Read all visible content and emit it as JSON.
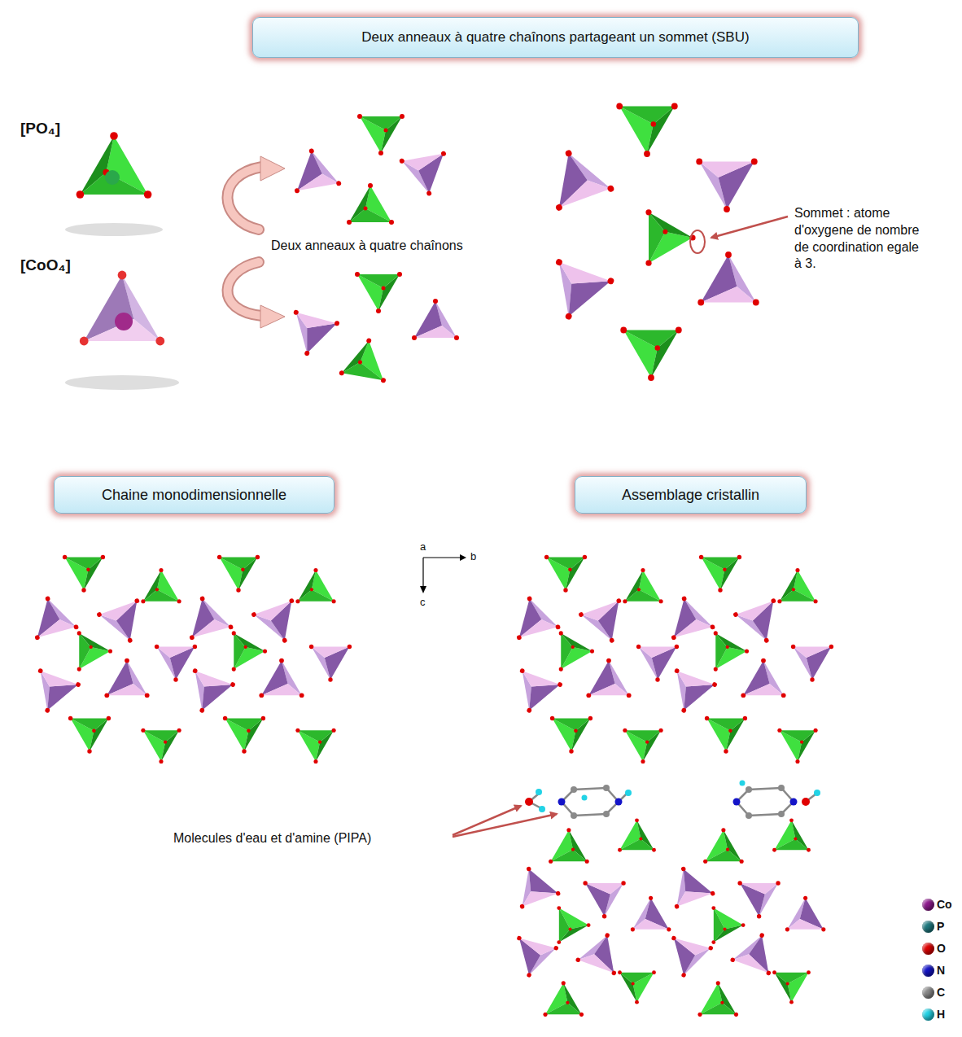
{
  "diagram": {
    "title": "Deux anneaux à quatre chaînons partageant un sommet (SBU)",
    "nodes": [
      {
        "text": [
          "Deux anneaux à quatre chaînons partageant un sommet (SBU)"
        ]
      },
      {
        "text": [
          "Chaine monodimensionnelle"
        ]
      },
      {
        "text": [
          "Assemblage cristallin"
        ]
      }
    ],
    "labels": [
      "[PO₄]",
      "[CoO₄]",
      "Deux anneaux à quatre chaînons",
      "Sommet : atome d'oxygene de nombre de coordination egale à 3.",
      "a",
      "b",
      "c",
      "Molecules d'eau et d'amine (PIPA)"
    ],
    "legend": [
      {
        "text": "Co",
        "color": "#8e1a8e"
      },
      {
        "text": "P",
        "color": "#1f7a80"
      },
      {
        "text": "O",
        "color": "#e00000"
      },
      {
        "text": "N",
        "color": "#1414c8"
      },
      {
        "text": "C",
        "color": "#8a8a8a"
      },
      {
        "text": "H",
        "color": "#22d3e6"
      }
    ]
  }
}
